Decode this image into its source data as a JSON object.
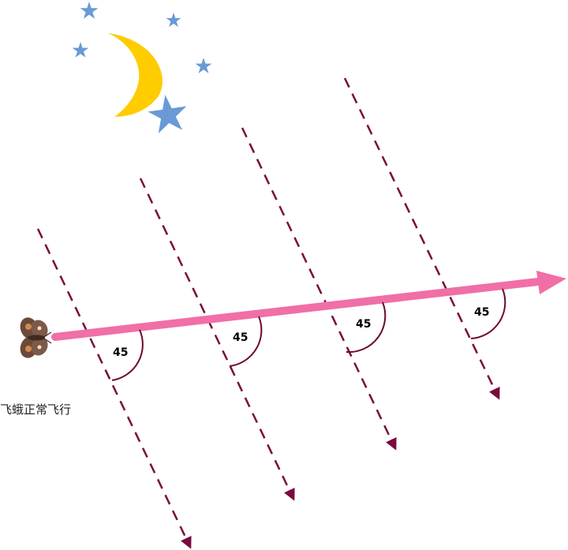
{
  "caption": "飞蛾正常飞行",
  "angles": [
    {
      "label": "45"
    },
    {
      "label": "45"
    },
    {
      "label": "45"
    },
    {
      "label": "45"
    }
  ],
  "colors": {
    "flight_arrow": "#f06fa6",
    "light_rays": "#7a0b3d",
    "angle_arc": "#6b0830",
    "moon": "#ffcc00",
    "stars": "#6a9ad6",
    "moth_body": "#6b4a3a",
    "moth_wing_spot": "#d1884e"
  },
  "icons": {
    "moon": "crescent-moon-icon",
    "stars": "star-icon",
    "moth": "moth-icon"
  }
}
